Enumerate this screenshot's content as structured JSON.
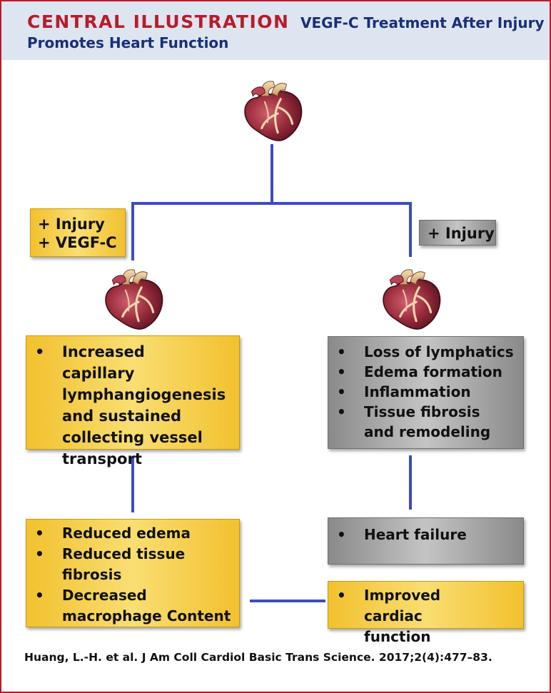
{
  "header": {
    "kicker": "CENTRAL ILLUSTRATION",
    "title_part1": "VEGF-C Treatment After Injury",
    "title_part2": "Promotes Heart Function"
  },
  "hearts": {
    "top": "heart-icon",
    "left": "heart-icon",
    "right": "heart-icon"
  },
  "conditions": {
    "left": [
      "+ Injury",
      "+ VEGF-C"
    ],
    "right": "+ Injury"
  },
  "left_branch": {
    "effects_text": "Increased capillary lymphangiogenesis and sustained collecting vessel transport",
    "outcomes": [
      "Reduced edema",
      "Reduced tissue fibrosis",
      "Decreased macrophage Content"
    ]
  },
  "right_branch": {
    "effects": [
      "Loss of lymphatics",
      "Edema formation",
      "Inflammation",
      "Tissue fibrosis and remodeling"
    ],
    "outcome": "Heart failure"
  },
  "result": "Improved cardiac function",
  "bullet_symbol": "•",
  "citation": "Huang, L.-H. et al. J Am Coll Cardiol Basic Trans Science. 2017;2(4):477–83.",
  "colors": {
    "frame": "#b71c2b",
    "kicker": "#b71c2b",
    "title": "#1a2f78",
    "header_bg": "#dde5f0",
    "connector": "#3d4cc0",
    "yellow_box": "#f2c12e",
    "gray_box": "#a0a0a0"
  }
}
